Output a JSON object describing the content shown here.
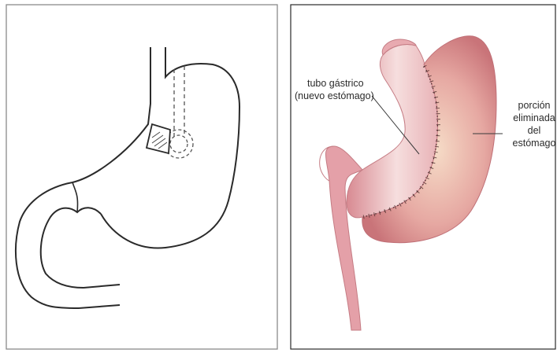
{
  "diagrams": {
    "left": {
      "style": "line-drawing",
      "subject": "stomach-with-gastric-band"
    },
    "right": {
      "subject": "sleeve-gastrectomy",
      "labels": {
        "tube_line1": "tubo gástrico",
        "tube_line2": "(nuevo estómago)",
        "removed_line1": "porción",
        "removed_line2": "eliminada",
        "removed_line3": "del",
        "removed_line4": "estómago"
      },
      "colors": {
        "removed_portion": "#e3a09c",
        "tube": "#e9b3b5",
        "staple_line": "#4a2b2b"
      }
    }
  }
}
